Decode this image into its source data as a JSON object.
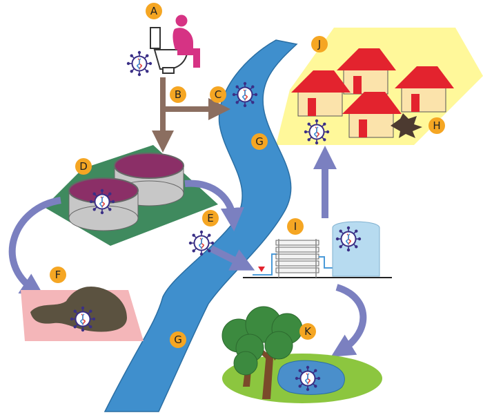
{
  "labels": {
    "A": "A",
    "B": "B",
    "C": "C",
    "D": "D",
    "E": "E",
    "F": "F",
    "G_upper": "G",
    "G_lower": "G",
    "H": "H",
    "I": "I",
    "J": "J",
    "K": "K"
  },
  "colors": {
    "label_badge": "#f5a623",
    "river": "#3f8fcd",
    "river_edge": "#2a6ea3",
    "sewage_arrow": "#8b6e60",
    "flow_arrow": "#7b80c0",
    "virus": "#3a2f86",
    "person": "#d63384",
    "village_ground": "#fff89a",
    "roof": "#e3232e",
    "house_wall": "#fbe3ab",
    "tank_liquid": "#8b2f67",
    "tank_ground": "#3f8a5e",
    "sludge_ground": "#f4b6b9",
    "sludge": "#5b5240",
    "treatment_tank": "#b7dbf0",
    "lawn": "#8cc63f",
    "pond": "#4a8fcb",
    "tree": "#3c8a3f"
  },
  "icons": [
    "toilet-icon",
    "person-icon",
    "virus-icon",
    "house-icon",
    "tree-icon",
    "explosion-icon"
  ]
}
